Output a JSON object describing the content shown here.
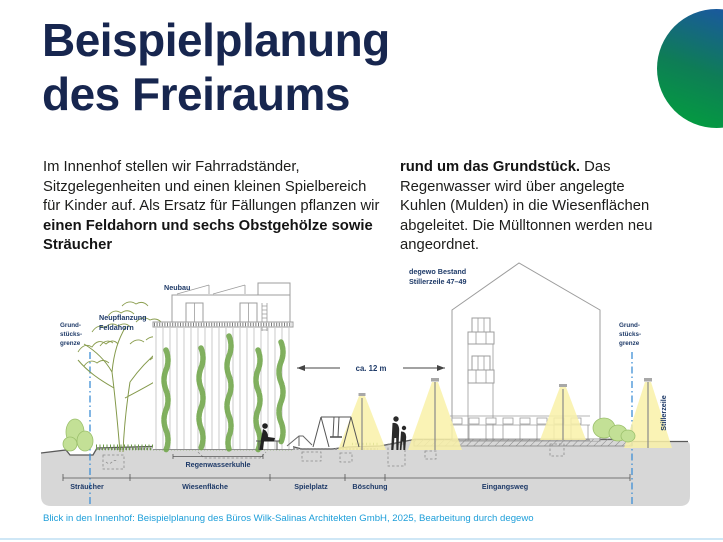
{
  "title": {
    "line1": "Beispielplanung",
    "line2": "des Freiraums"
  },
  "intro": {
    "left_normal": "Im Innenhof stellen wir Fahrradständer, Sitzgelegenheiten und einen kleinen Spielbereich für Kinder auf. Als Ersatz für Fällungen pflanzen wir ",
    "left_bold": "einen Feldahorn und sechs Obstgehölze sowie Sträucher",
    "right_bold": "rund um das Grundstück.",
    "right_normal": " Das Regenwasser wird über angelegte Kuhlen (Mulden) in die Wiesenflächen abgeleitet. Die Mülltonnen werden neu angeordnet."
  },
  "diagram": {
    "labels": {
      "grenze_left_1": "Grund-",
      "grenze_left_2": "stücks-",
      "grenze_left_3": "grenze",
      "neupflanzung_1": "Neupflanzung",
      "neupflanzung_2": "Feldahorn",
      "neubau": "Neubau",
      "bestand_1": "degewo Bestand",
      "bestand_2": "Stillerzeile 47–49",
      "distance": "ca. 12 m",
      "regenwasserkuhle": "Regenwasserkuhle",
      "zone_1": "Sträucher",
      "zone_2": "Wiesenfläche",
      "zone_3": "Spielplatz",
      "zone_4": "Böschung",
      "zone_5": "Eingangsweg",
      "grenze_right_1": "Grund-",
      "grenze_right_2": "stücks-",
      "grenze_right_3": "grenze",
      "stillerzeile": "Stillerzeile"
    }
  },
  "caption": "Blick in den Innenhof: Beispielplanung des Büros Wilk-Salinas Architekten GmbH, 2025, Bearbeitung durch degewo",
  "colors": {
    "heading_navy": "#17264f",
    "caption_blue": "#1d9ed9",
    "label_navy": "#1e3a68",
    "circle_blue": "#1b55a5",
    "circle_green": "#049a41",
    "ground_gray": "#d7d7d7",
    "plant_green": "#74a84e",
    "light_yellow": "#f9f1a8",
    "boundary_blue": "#3e8fd6"
  }
}
